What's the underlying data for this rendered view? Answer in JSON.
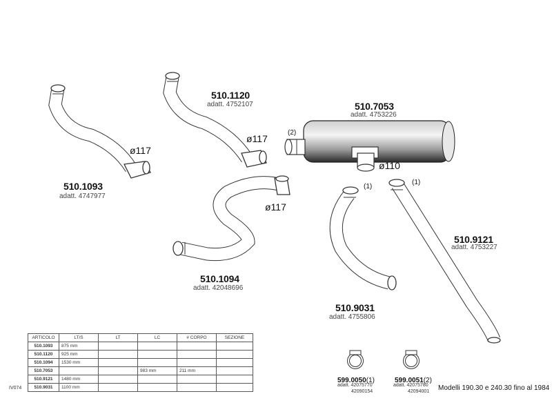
{
  "parts": [
    {
      "code": "510.1093",
      "adatt": "adatt. 4747977",
      "diameter": "ø117"
    },
    {
      "code": "510.1120",
      "adatt": "adatt. 4752107",
      "diameter": "ø117"
    },
    {
      "code": "510.7053",
      "adatt": "adatt. 4753226",
      "diameter": "ø110",
      "note": "(2)"
    },
    {
      "code": "510.1094",
      "adatt": "adatt. 42048696",
      "diameter": "ø117"
    },
    {
      "code": "510.9031",
      "adatt": "adatt. 4755806",
      "note": "(1)"
    },
    {
      "code": "510.9121",
      "adatt": "adatt. 4753227",
      "note": "(1)"
    }
  ],
  "clamps": [
    {
      "code": "599.0050",
      "note": "(1)",
      "adatt_1": "adatt. 42075770",
      "adatt_2": "42090154"
    },
    {
      "code": "599.0051",
      "note": "(2)",
      "adatt_1": "adatt. 42075780",
      "adatt_2": "42094001"
    }
  ],
  "models_note": "Modelli 190.30 e 240.30 fino al 1984",
  "sheet_code": "IV074",
  "table": {
    "headers": [
      "ARTICOLO",
      "LT/S",
      "LT",
      "LC",
      "# CORPO",
      "SEZIONE"
    ],
    "rows": [
      [
        "510.1093",
        "875 mm",
        "",
        "",
        "",
        ""
      ],
      [
        "510.1120",
        "925 mm",
        "",
        "",
        "",
        ""
      ],
      [
        "510.1094",
        "1530 mm",
        "",
        "",
        "",
        ""
      ],
      [
        "510.7053",
        "",
        "",
        "983 mm",
        "211 mm",
        ""
      ],
      [
        "510.9121",
        "1480 mm",
        "",
        "",
        "",
        ""
      ],
      [
        "510.9031",
        "1100 mm",
        "",
        "",
        "",
        ""
      ]
    ]
  }
}
